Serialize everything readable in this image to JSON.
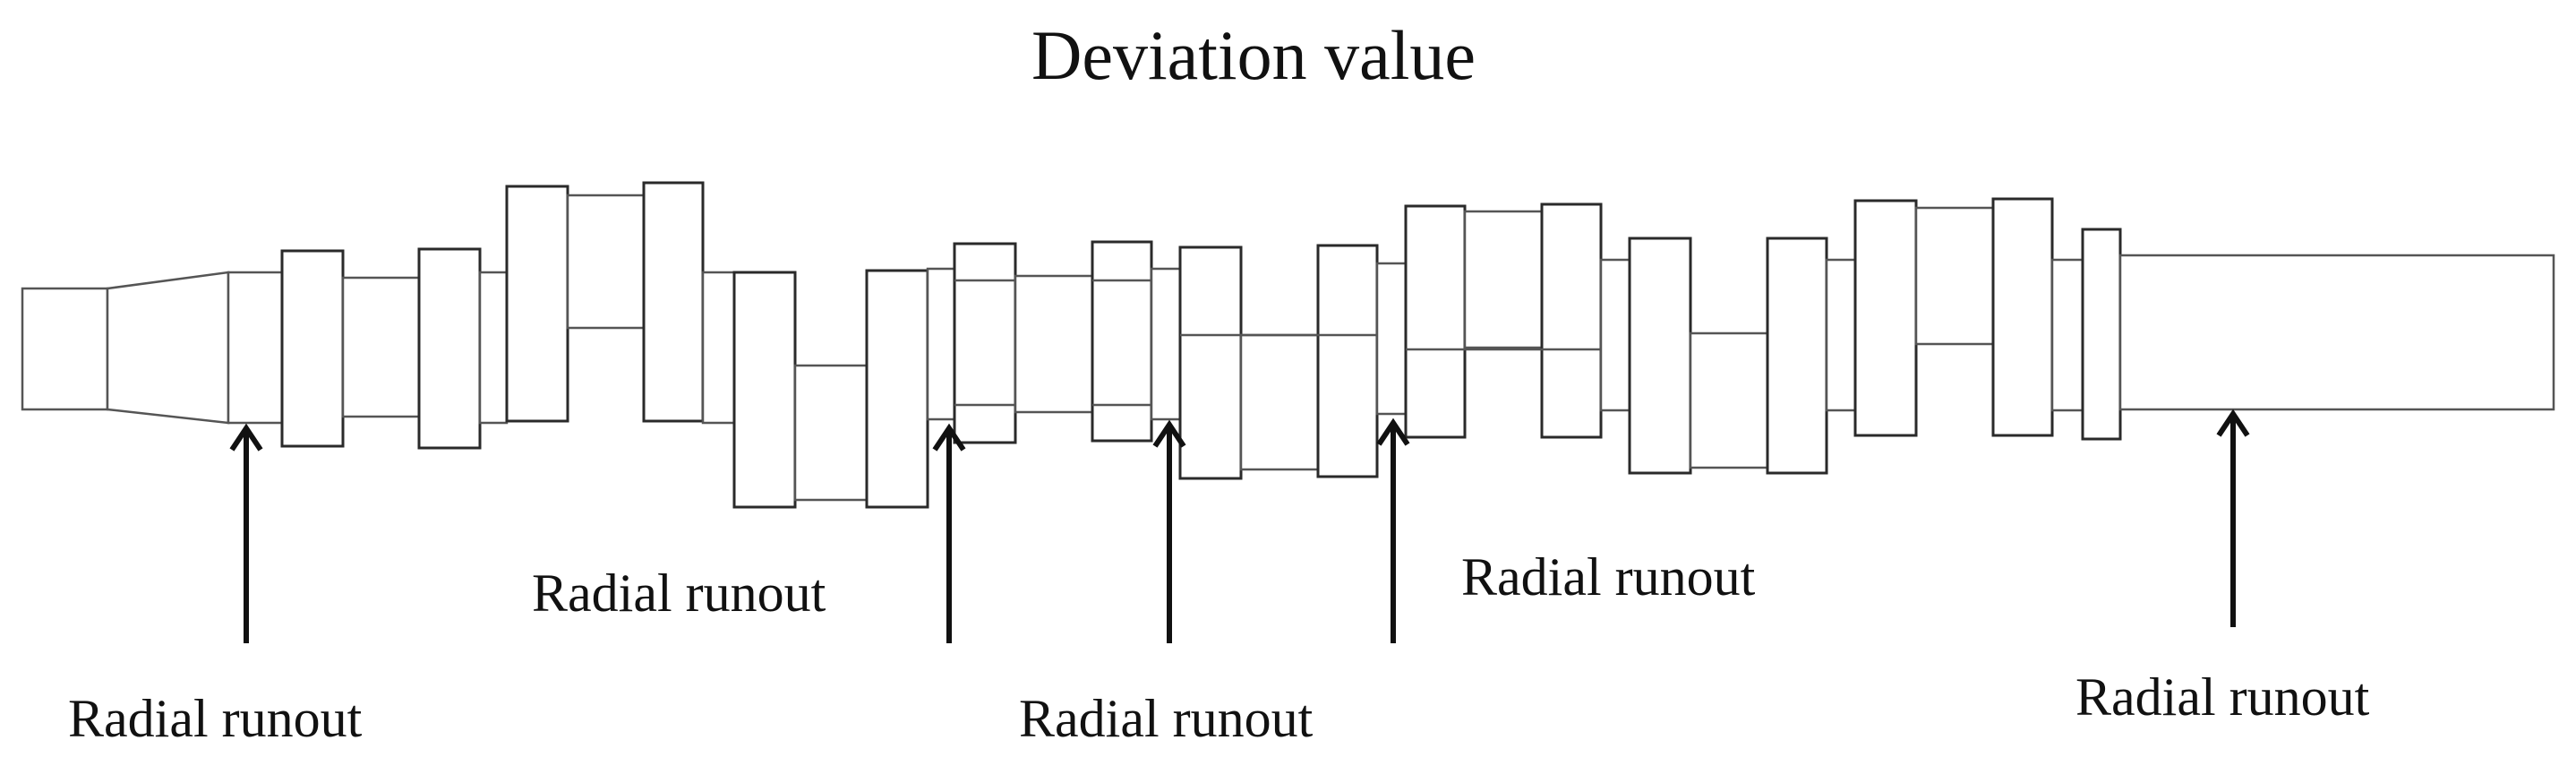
{
  "diagram": {
    "title": "Deviation value",
    "annotations": [
      {
        "id": "label-1",
        "text": "Radial runout"
      },
      {
        "id": "label-2",
        "text": "Radial runout"
      },
      {
        "id": "label-3",
        "text": "Radial runout"
      },
      {
        "id": "label-4",
        "text": "Radial runout"
      },
      {
        "id": "label-5",
        "text": "Radial runout"
      }
    ]
  }
}
